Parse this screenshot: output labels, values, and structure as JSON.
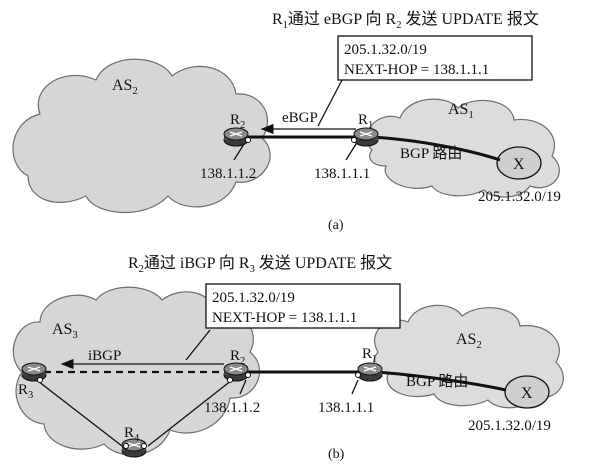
{
  "panel_a": {
    "heading_pre": "R",
    "heading_sub1": "1",
    "heading_mid": "通过 eBGP 向 R",
    "heading_sub2": "2",
    "heading_post": " 发送 UPDATE 报文",
    "box_line1": "205.1.32.0/19",
    "box_line2": "NEXT-HOP = 138.1.1.1",
    "as_left": "AS",
    "as_left_sub": "2",
    "as_right": "AS",
    "as_right_sub": "1",
    "router_left": "R",
    "router_left_sub": "2",
    "router_right": "R",
    "router_right_sub": "1",
    "link_label": "eBGP",
    "route_label": "BGP 路由",
    "x_label": "X",
    "ip_r2": "138.1.1.2",
    "ip_r1": "138.1.1.1",
    "prefix": "205.1.32.0/19",
    "caption": "(a)"
  },
  "panel_b": {
    "heading_pre": "R",
    "heading_sub1": "2",
    "heading_mid": "通过 iBGP 向 R",
    "heading_sub2": "3",
    "heading_post": " 发送 UPDATE 报文",
    "box_line1": "205.1.32.0/19",
    "box_line2": "NEXT-HOP = 138.1.1.1",
    "as_left": "AS",
    "as_left_sub": "3",
    "as_right": "AS",
    "as_right_sub": "2",
    "router_r3": "R",
    "router_r3_sub": "3",
    "router_r4": "R",
    "router_r4_sub": "4",
    "router_r2": "R",
    "router_r2_sub": "2",
    "router_r1": "R",
    "router_r1_sub": "1",
    "link_label": "iBGP",
    "route_label": "BGP 路由",
    "x_label": "X",
    "ip_r2": "138.1.1.2",
    "ip_r1": "138.1.1.1",
    "prefix": "205.1.32.0/19",
    "caption": "(b)"
  }
}
